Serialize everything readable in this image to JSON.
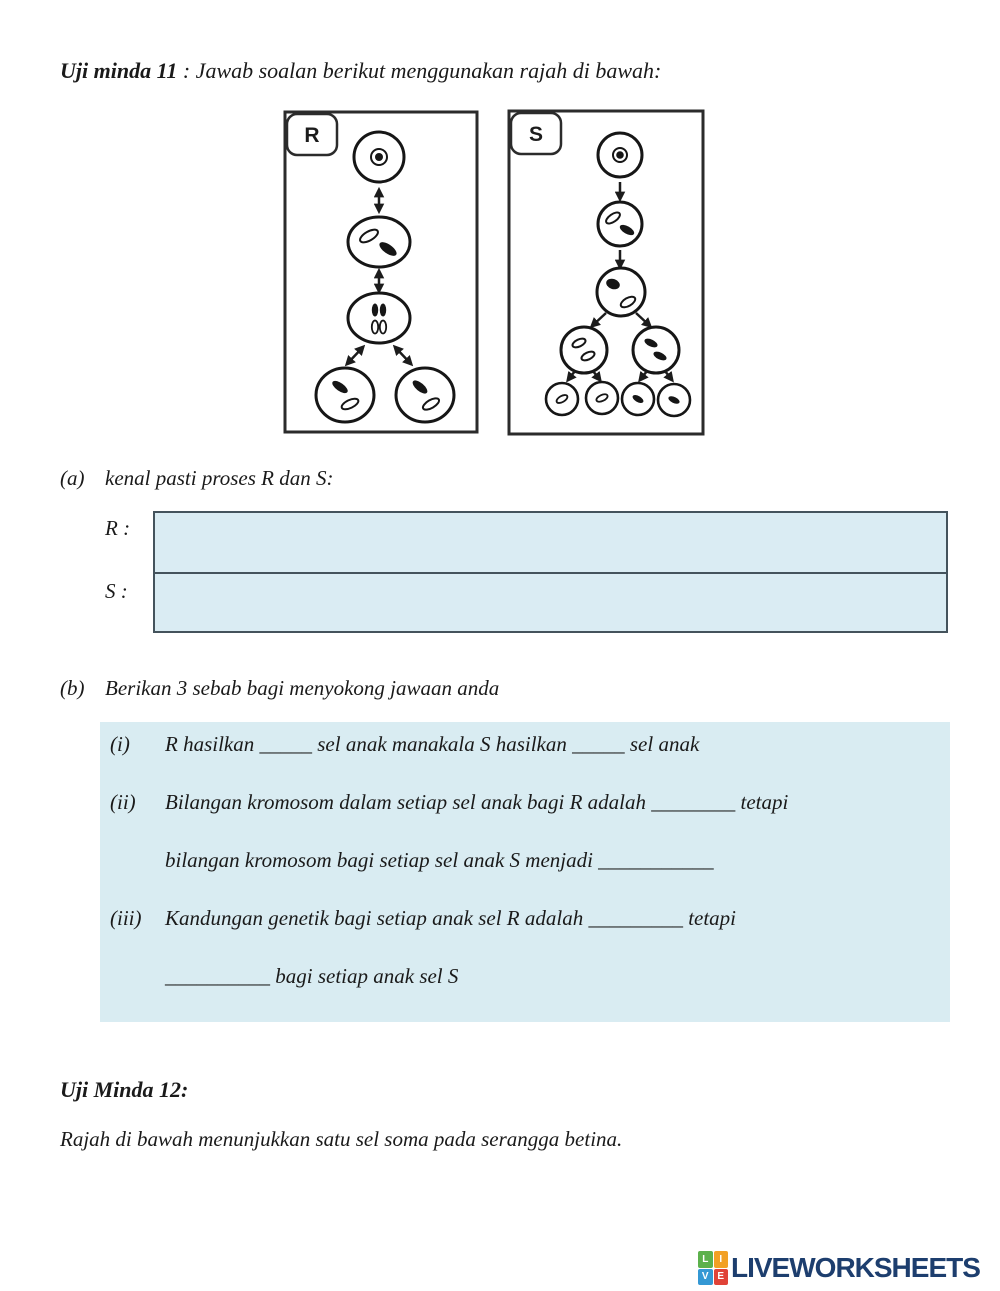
{
  "header": {
    "title_bold": "Uji minda 11",
    "title_rest": " : Jawab soalan berikut menggunakan rajah di bawah:"
  },
  "diagrams": {
    "r": {
      "label": "R"
    },
    "s": {
      "label": "S"
    }
  },
  "section_a": {
    "marker": "(a)",
    "prompt": "kenal pasti proses R dan S:",
    "rows": [
      {
        "label": "R :",
        "value": ""
      },
      {
        "label": "S :",
        "value": ""
      }
    ]
  },
  "section_b": {
    "marker": "(b)",
    "prompt": "Berikan 3 sebab bagi menyokong jawaan anda",
    "items": [
      {
        "marker": "(i)",
        "lines": [
          "R hasilkan _____ sel anak manakala S hasilkan _____ sel anak"
        ]
      },
      {
        "marker": "(ii)",
        "lines": [
          "Bilangan kromosom dalam setiap sel anak bagi R adalah ________ tetapi",
          "bilangan kromosom bagi setiap sel anak S menjadi ___________"
        ]
      },
      {
        "marker": "(iii)",
        "lines": [
          "Kandungan genetik bagi setiap anak sel R adalah _________ tetapi",
          "__________ bagi setiap anak sel S"
        ]
      }
    ]
  },
  "section_12": {
    "heading": "Uji Minda 12:",
    "text": "Rajah di bawah menunjukkan satu sel soma pada serangga betina."
  },
  "footer": {
    "brand_text": "LIVEWORKSHEETS",
    "brand_text_color": "#1d3e6e",
    "squares": [
      {
        "letter": "L",
        "color": "#5cb14c"
      },
      {
        "letter": "I",
        "color": "#f2a024"
      },
      {
        "letter": "V",
        "color": "#3498d4"
      },
      {
        "letter": "E",
        "color": "#e04338"
      }
    ]
  },
  "colors": {
    "answer_fill": "#daecf3",
    "panel_fill": "#d9ecf2"
  }
}
